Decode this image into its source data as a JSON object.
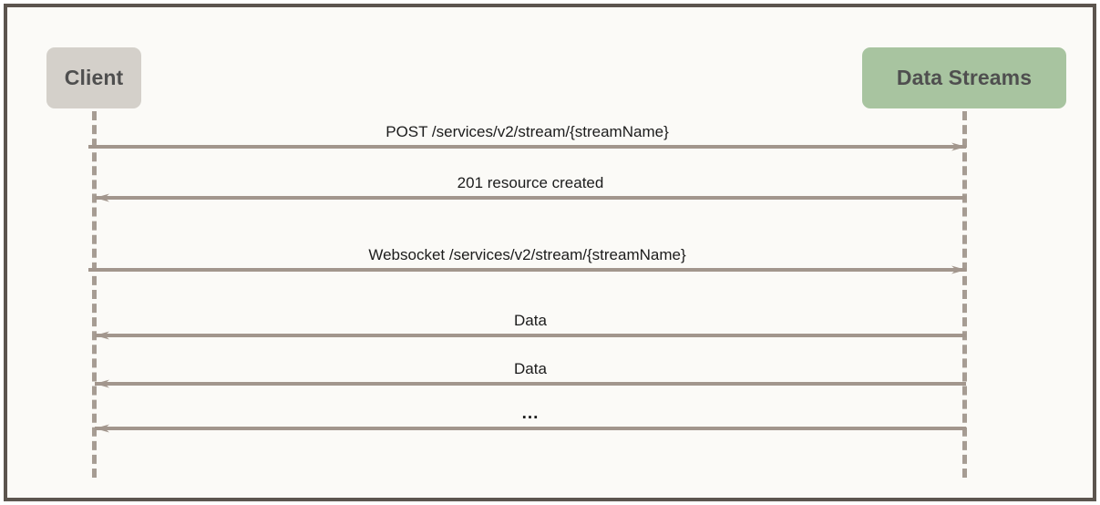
{
  "diagram": {
    "type": "sequence-diagram",
    "frame": {
      "border_color": "#5c554f",
      "background_color": "#fbfaf7"
    },
    "participants": [
      {
        "id": "client",
        "label": "Client",
        "color": "#d4d0ca",
        "text_color": "#4f4f4f"
      },
      {
        "id": "data-streams",
        "label": "Data Streams",
        "color": "#a8c4a0",
        "text_color": "#4f4f4f"
      }
    ],
    "lifeline_color": "#a69c93",
    "message_color": "#a2968d",
    "messages": [
      {
        "index": 1,
        "label": "POST /services/v2/stream/{streamName}",
        "from": "client",
        "to": "data-streams",
        "direction": "right"
      },
      {
        "index": 2,
        "label": "201  resource created",
        "from": "data-streams",
        "to": "client",
        "direction": "left"
      },
      {
        "index": 3,
        "label": "Websocket /services/v2/stream/{streamName}",
        "from": "client",
        "to": "data-streams",
        "direction": "right"
      },
      {
        "index": 4,
        "label": "Data",
        "from": "data-streams",
        "to": "client",
        "direction": "left"
      },
      {
        "index": 5,
        "label": "Data",
        "from": "data-streams",
        "to": "client",
        "direction": "left"
      },
      {
        "index": 6,
        "label": "...",
        "from": "data-streams",
        "to": "client",
        "direction": "left"
      }
    ]
  }
}
